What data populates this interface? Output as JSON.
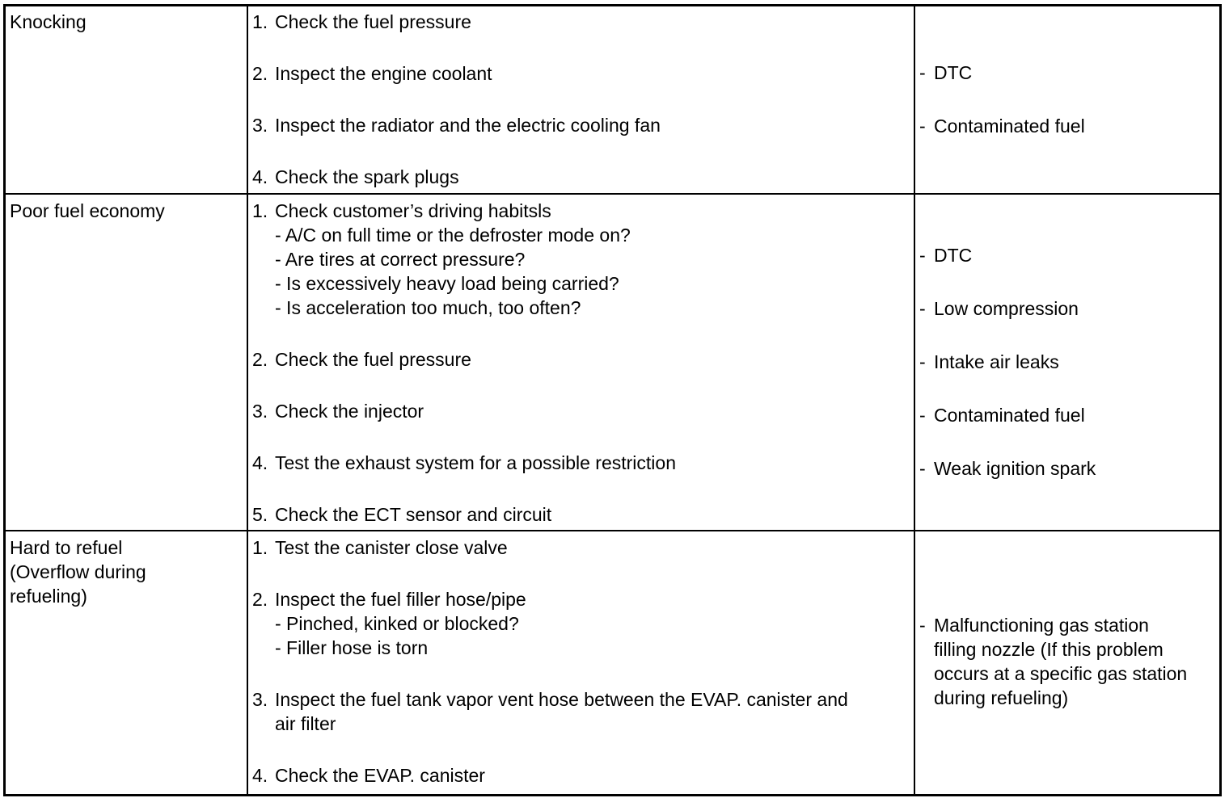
{
  "rows": [
    {
      "symptom": [
        "Knocking"
      ],
      "steps": [
        {
          "num": "1.",
          "lines": [
            "Check the fuel pressure"
          ],
          "subs": []
        },
        {
          "num": "2.",
          "lines": [
            "Inspect the engine coolant"
          ],
          "subs": []
        },
        {
          "num": "3.",
          "lines": [
            "Inspect the radiator and the electric cooling fan"
          ],
          "subs": []
        },
        {
          "num": "4.",
          "lines": [
            "Check the spark plugs"
          ],
          "subs": []
        }
      ],
      "causes": [
        {
          "dash": "-",
          "lines": [
            "DTC"
          ]
        },
        {
          "dash": "-",
          "lines": [
            "Contaminated fuel"
          ]
        }
      ]
    },
    {
      "symptom": [
        "Poor fuel economy"
      ],
      "steps": [
        {
          "num": "1.",
          "lines": [
            "Check customer’s driving habitsls"
          ],
          "subs": [
            "- A/C on full time or the defroster mode on?",
            "- Are tires at correct pressure?",
            "- Is excessively heavy load being carried?",
            "- Is acceleration too much, too often?"
          ]
        },
        {
          "num": "2.",
          "lines": [
            "Check the fuel pressure"
          ],
          "subs": []
        },
        {
          "num": "3.",
          "lines": [
            "Check the injector"
          ],
          "subs": []
        },
        {
          "num": "4.",
          "lines": [
            "Test the exhaust system for a possible restriction"
          ],
          "subs": []
        },
        {
          "num": "5.",
          "lines": [
            "Check the ECT sensor and circuit"
          ],
          "subs": []
        }
      ],
      "causes": [
        {
          "dash": "-",
          "lines": [
            "DTC"
          ]
        },
        {
          "dash": "-",
          "lines": [
            "Low compression"
          ]
        },
        {
          "dash": "-",
          "lines": [
            "Intake air leaks"
          ]
        },
        {
          "dash": "-",
          "lines": [
            "Contaminated fuel"
          ]
        },
        {
          "dash": "-",
          "lines": [
            "Weak ignition spark"
          ]
        }
      ]
    },
    {
      "symptom": [
        "Hard to refuel",
        "(Overflow during",
        "refueling)"
      ],
      "steps": [
        {
          "num": "1.",
          "lines": [
            "Test the canister close valve"
          ],
          "subs": []
        },
        {
          "num": "2.",
          "lines": [
            "Inspect the fuel filler hose/pipe"
          ],
          "subs": [
            "- Pinched, kinked or blocked?",
            "- Filler hose is torn"
          ]
        },
        {
          "num": "3.",
          "lines": [
            "Inspect the fuel tank vapor vent hose between the EVAP. canister and",
            "air filter"
          ],
          "subs": []
        },
        {
          "num": "4.",
          "lines": [
            "Check the EVAP. canister"
          ],
          "subs": []
        }
      ],
      "causes": [
        {
          "dash": "-",
          "lines": [
            "Malfunctioning gas station",
            "filling nozzle (If this problem",
            "occurs at a specific gas station",
            "during refueling)"
          ]
        }
      ]
    }
  ]
}
